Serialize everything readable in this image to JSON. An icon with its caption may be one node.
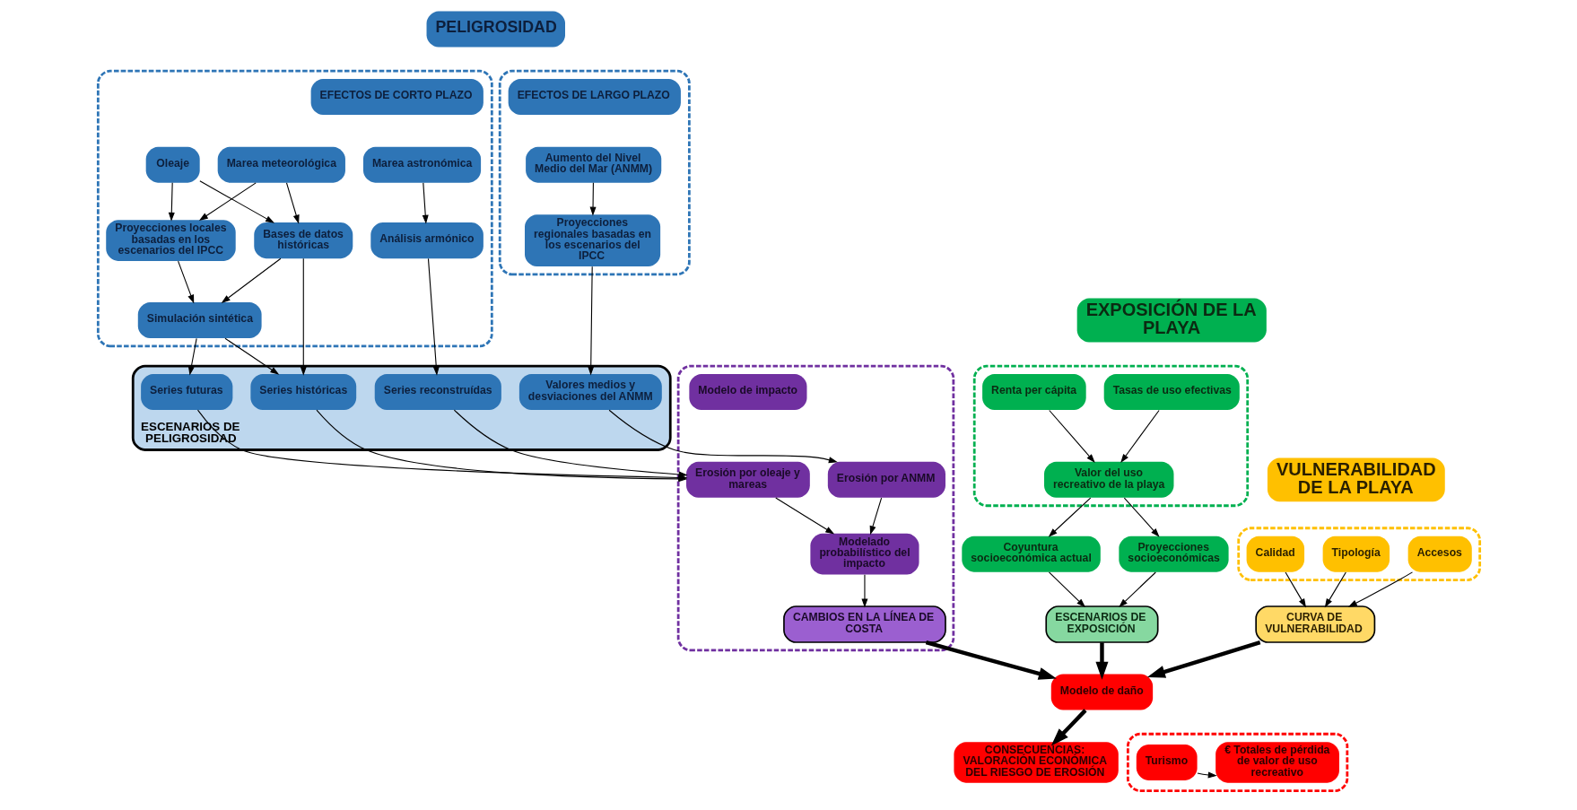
{
  "diagram": {
    "nodes": [
      {
        "text": [
          "PELIGROSIDAD"
        ]
      },
      {
        "text": [],
        "shape": "box"
      },
      {
        "text": [
          "EFECTOS DE CORTO PLAZO"
        ],
        "in": 1
      },
      {
        "text": [
          "Marea astronómica"
        ],
        "in": 1
      },
      {
        "text": [
          "Marea meteorológica"
        ],
        "in": 1
      },
      {
        "text": [
          "Oleaje"
        ],
        "in": 1
      },
      {
        "text": [
          "Análisis armónico"
        ],
        "in": 1
      },
      {
        "text": [
          "Bases de datos históricas"
        ],
        "in": 1
      },
      {
        "text": [
          "Proyecciones locales basadas en los escenarios del IPCC"
        ],
        "in": 1
      },
      {
        "text": [
          "Simulación sintética"
        ],
        "in": 1
      },
      {
        "text": [],
        "shape": "box"
      },
      {
        "text": [
          "EFECTOS DE LARGO PLAZO"
        ],
        "in": 10
      },
      {
        "text": [
          "Aumento del Nivel Medio del Mar (ANMM)"
        ],
        "in": 10
      },
      {
        "text": [
          "Proyecciones regionales basadas en los escenarios del IPCC"
        ],
        "in": 10
      },
      {
        "text": [
          "ESCENARIOS DE PELIGROSIDAD"
        ]
      },
      {
        "text": [
          "Series reconstruídas"
        ],
        "in": 14
      },
      {
        "text": [
          "Series históricas"
        ],
        "in": 14
      },
      {
        "text": [
          "Series futuras"
        ],
        "in": 14
      },
      {
        "text": [
          "Valores medios y desviaciones del ANMM"
        ],
        "in": 14
      },
      {
        "text": [],
        "shape": "box"
      },
      {
        "text": [
          "Modelo de impacto"
        ],
        "in": 19
      },
      {
        "text": [
          "Erosión por oleaje y mareas"
        ],
        "in": 19
      },
      {
        "text": [
          "Erosión por ANMM"
        ],
        "in": 19
      },
      {
        "text": [
          "Modelado probabilístico del impacto"
        ],
        "in": 19
      },
      {
        "text": [
          "CAMBIOS EN LA LÍNEA DE COSTA"
        ],
        "in": 19
      },
      {
        "text": [
          "EXPOSICIÓN DE LA PLAYA"
        ]
      },
      {
        "text": [],
        "shape": "box"
      },
      {
        "text": [
          "Tasas de uso efectivas"
        ],
        "in": 26
      },
      {
        "text": [
          "Renta per cápita"
        ],
        "in": 26
      },
      {
        "text": [
          "Valor del uso recreativo de la playa"
        ],
        "in": 26
      },
      {
        "text": [
          "Coyuntura socioeconómica actual"
        ]
      },
      {
        "text": [
          "Proyecciones socioeconómicas"
        ]
      },
      {
        "text": [
          "ESCENARIOS DE EXPOSICIÓN"
        ]
      },
      {
        "text": [
          "VULNERABILIDAD DE LA PLAYA"
        ]
      },
      {
        "text": [],
        "shape": "box"
      },
      {
        "text": [
          "Tipología"
        ],
        "in": 34
      },
      {
        "text": [
          "Calidad"
        ],
        "in": 34
      },
      {
        "text": [
          "Accesos"
        ],
        "in": 34
      },
      {
        "text": [
          "CURVA DE VULNERABILIDAD"
        ]
      },
      {
        "text": [
          "Modelo de daño"
        ]
      },
      {
        "text": [
          "CONSECUENCIAS: VALORACIÓN ECONÓMICA DEL RIESGO DE EROSIÓN"
        ]
      },
      {
        "text": [],
        "shape": "box"
      },
      {
        "text": [
          "Turismo"
        ],
        "in": 41
      },
      {
        "text": [
          "€ Totales de pérdida de valor de uso recreativo"
        ],
        "in": 41
      }
    ],
    "edges": [
      {
        "from": 3,
        "to": 6,
        "arrow": "to"
      },
      {
        "from": 4,
        "to": 7,
        "arrow": "to"
      },
      {
        "from": 5,
        "to": 7,
        "arrow": "to"
      },
      {
        "from": 4,
        "to": 8,
        "arrow": "to"
      },
      {
        "from": 5,
        "to": 8,
        "arrow": "to"
      },
      {
        "from": 6,
        "to": 15,
        "arrow": "to"
      },
      {
        "from": 7,
        "to": 16,
        "arrow": "to"
      },
      {
        "from": 7,
        "to": 9,
        "arrow": "to"
      },
      {
        "from": 8,
        "to": 9,
        "arrow": "to"
      },
      {
        "from": 9,
        "to": 16,
        "arrow": "to"
      },
      {
        "from": 9,
        "to": 17,
        "arrow": "to"
      },
      {
        "from": 12,
        "to": 13,
        "arrow": "to"
      },
      {
        "from": 13,
        "to": 18,
        "arrow": "to"
      },
      {
        "from": 15,
        "to": 21,
        "arrow": "to"
      },
      {
        "from": 16,
        "to": 21,
        "arrow": "to"
      },
      {
        "from": 17,
        "to": 21,
        "arrow": "to"
      },
      {
        "from": 18,
        "to": 22,
        "arrow": "to"
      },
      {
        "from": 21,
        "to": 23,
        "arrow": "to"
      },
      {
        "from": 22,
        "to": 23,
        "arrow": "to"
      },
      {
        "from": 23,
        "to": 24,
        "arrow": "to"
      },
      {
        "from": 27,
        "to": 29,
        "arrow": "to"
      },
      {
        "from": 28,
        "to": 29,
        "arrow": "to"
      },
      {
        "from": 29,
        "to": 30,
        "arrow": "to"
      },
      {
        "from": 29,
        "to": 31,
        "arrow": "to"
      },
      {
        "from": 30,
        "to": 32,
        "arrow": "to"
      },
      {
        "from": 31,
        "to": 32,
        "arrow": "to"
      },
      {
        "from": 35,
        "to": 38,
        "arrow": "to"
      },
      {
        "from": 36,
        "to": 38,
        "arrow": "to"
      },
      {
        "from": 37,
        "to": 38,
        "arrow": "to"
      },
      {
        "from": 38,
        "to": 39,
        "arrow": "to",
        "style": "thick"
      },
      {
        "from": 32,
        "to": 39,
        "arrow": "to",
        "style": "thick"
      },
      {
        "from": 24,
        "to": 39,
        "arrow": "to",
        "style": "thick"
      },
      {
        "from": 39,
        "to": 40,
        "arrow": "to",
        "style": "thick"
      },
      {
        "from": 42,
        "to": 43,
        "arrow": "to"
      }
    ]
  }
}
